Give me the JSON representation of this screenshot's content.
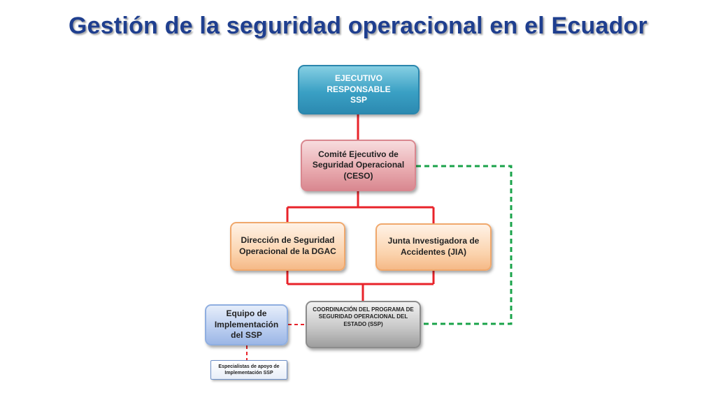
{
  "title": "Gestión de la seguridad operacional en el Ecuador",
  "colors": {
    "title": "#1f3f8f",
    "solid_line": "#e8232a",
    "dashed_green": "#1aa34a",
    "dashed_red": "#e8232a"
  },
  "nodes": {
    "ejecutivo": "EJECUTIVO\nRESPONSABLE\nSSP",
    "comite": "Comité Ejecutivo  de\nSeguridad Operacional\n(CESO)",
    "direccion": "Dirección de Seguridad\nOperacional de la DGAC",
    "junta": "Junta Investigadora de\nAccidentes  (JIA)",
    "coordinacion": "COORDINACIÓN DEL PROGRAMA DE\nSEGURIDAD OPERACIONAL DEL\nESTADO (SSP)",
    "equipo": "Equipo de\nImplementación\ndel SSP",
    "especialistas": "Especialistas de apoyo de\nImplementación SSP"
  }
}
